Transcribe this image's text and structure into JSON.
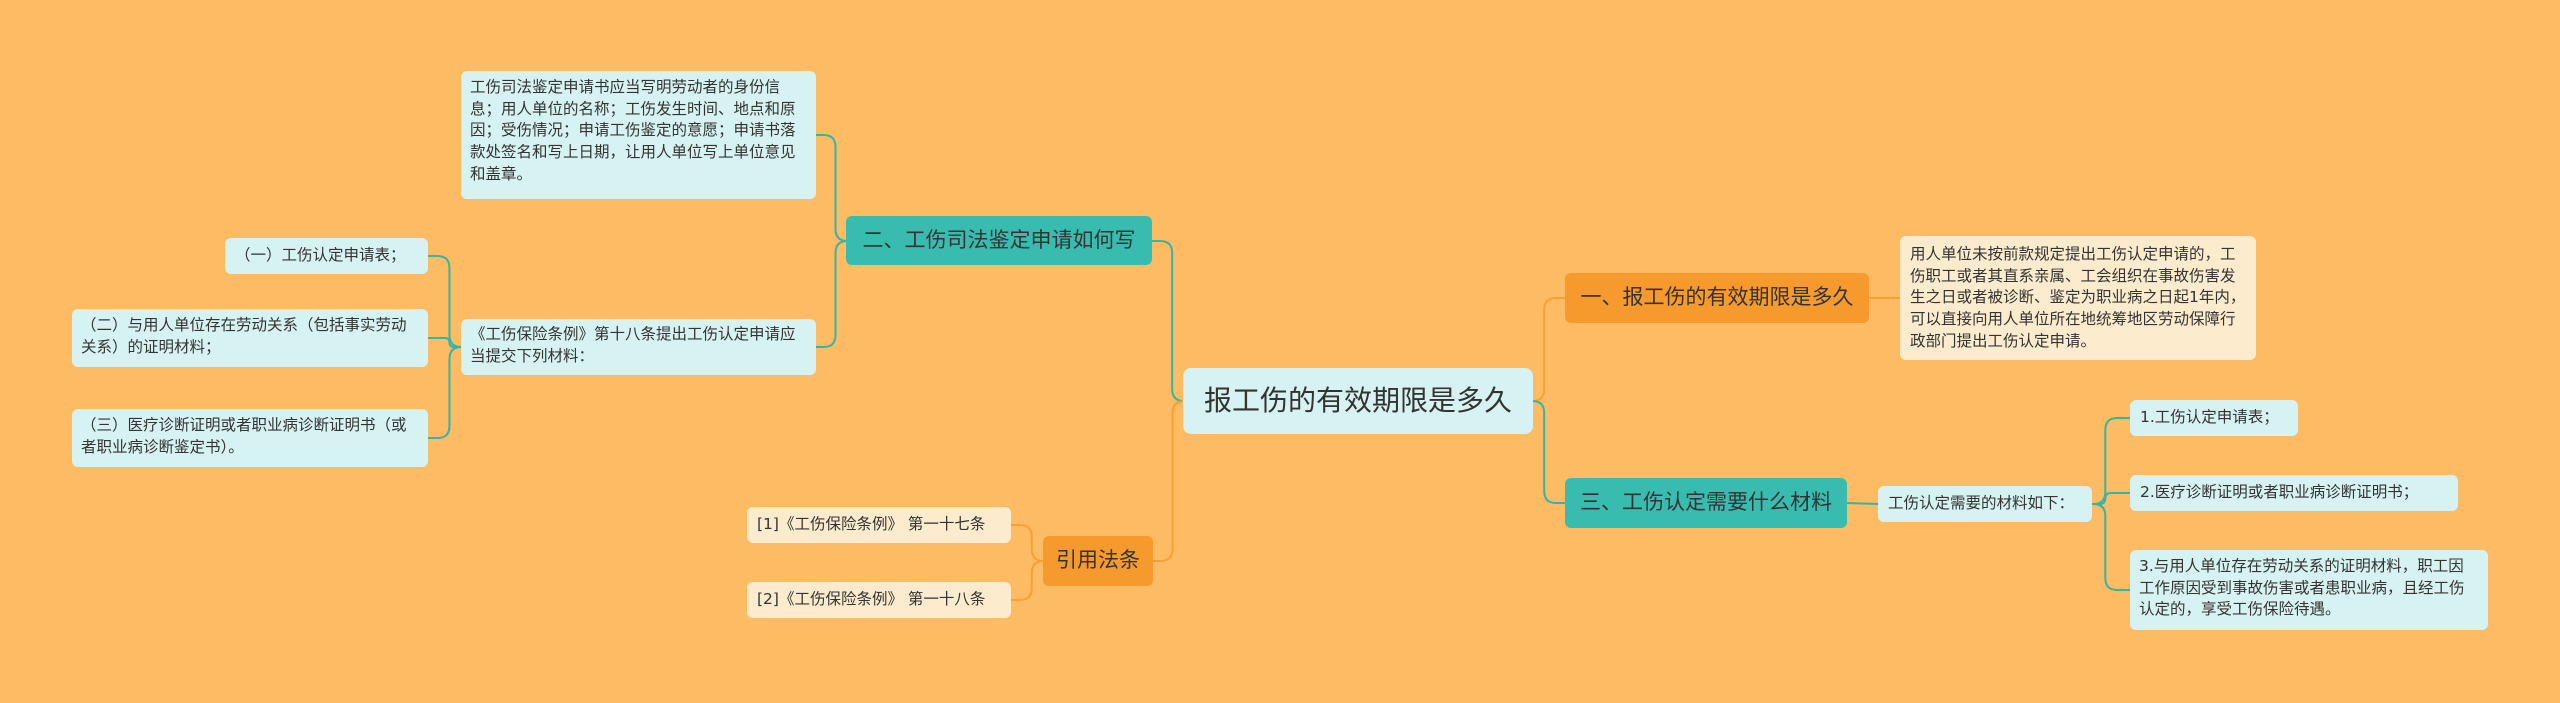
{
  "colors": {
    "background": "#FDBB63",
    "root": "#D7F2F2",
    "branch_orange": "#F79A2E",
    "branch_teal": "#38BCB0",
    "leaf_mint": "#D7F2F2",
    "leaf_cream": "#FDEBCD",
    "edge_orange": "#F7A035",
    "edge_teal": "#35B5A9"
  },
  "root": {
    "label": "报工伤的有效期限是多久"
  },
  "branch1": {
    "label": "一、报工伤的有效期限是多久",
    "detail": "用人单位未按前款规定提出工伤认定申请的，工伤职工或者其直系亲属、工会组织在事故伤害发生之日或者被诊断、鉴定为职业病之日起1年内，可以直接向用人单位所在地统筹地区劳动保障行政部门提出工伤认定申请。"
  },
  "branch2": {
    "label": "二、工伤司法鉴定申请如何写",
    "detail1": "工伤司法鉴定申请书应当写明劳动者的身份信息；用人单位的名称；工伤发生时间、地点和原因；受伤情况；申请工伤鉴定的意愿；申请书落款处签名和写上日期，让用人单位写上单位意见和盖章。",
    "detail2": "《工伤保险条例》第十八条提出工伤认定申请应当提交下列材料：",
    "materials": [
      "（一）工伤认定申请表；",
      "（二）与用人单位存在劳动关系（包括事实劳动关系）的证明材料；",
      "（三）医疗诊断证明或者职业病诊断证明书（或者职业病诊断鉴定书）。"
    ]
  },
  "branch3": {
    "label": "三、工伤认定需要什么材料",
    "intro": "工伤认定需要的材料如下：",
    "items": [
      "1.工伤认定申请表；",
      "2.医疗诊断证明或者职业病诊断证明书；",
      "3.与用人单位存在劳动关系的证明材料，职工因工作原因受到事故伤害或者患职业病，且经工伤认定的，享受工伤保险待遇。"
    ]
  },
  "branch4": {
    "label": "引用法条",
    "refs": [
      "[1]《工伤保险条例》 第一十七条",
      "[2]《工伤保险条例》 第一十八条"
    ]
  }
}
